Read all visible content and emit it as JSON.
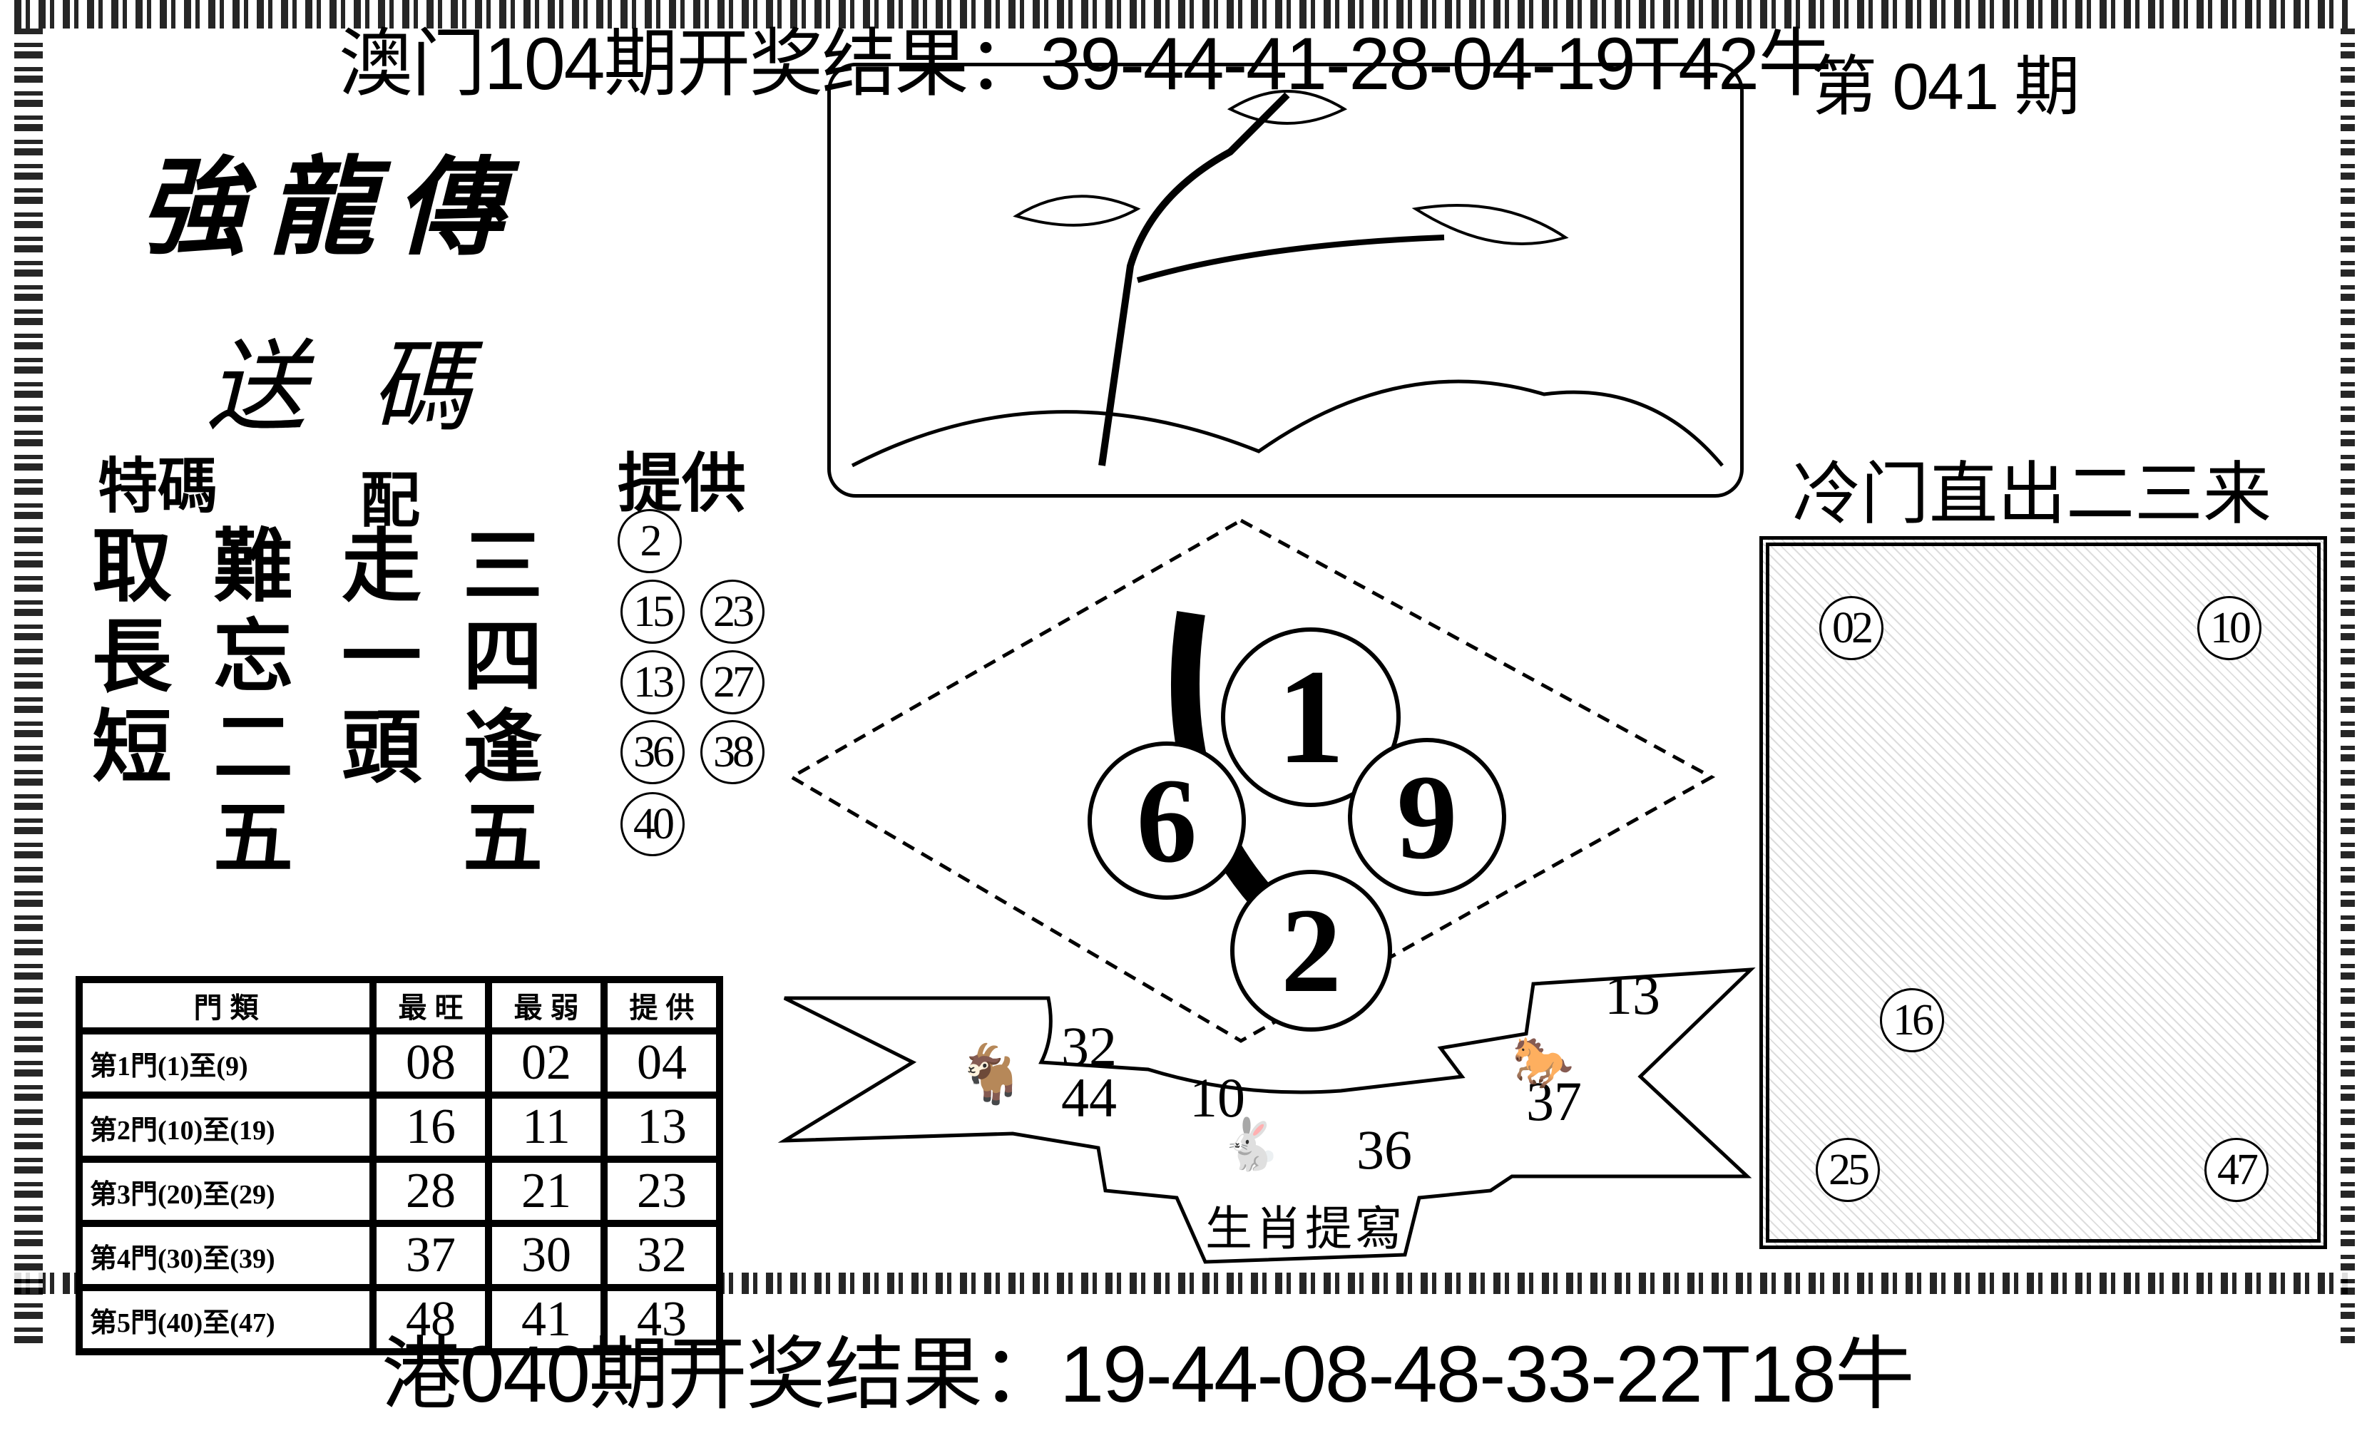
{
  "header": {
    "title": "澳门104期开奖结果：39-44-41-28-04-19T42牛",
    "issue": "第 041 期"
  },
  "calligraphy": {
    "line1": "強龍傳",
    "line2": "送碼"
  },
  "labels": {
    "special": "特碼",
    "pair": "配",
    "provide": "提供"
  },
  "poem": {
    "columns": [
      [
        "取",
        "長",
        "短",
        ""
      ],
      [
        "難",
        "忘",
        "二",
        "五"
      ],
      [
        "走",
        "一",
        "頭",
        ""
      ],
      [
        "三",
        "四",
        "逢",
        "五"
      ]
    ]
  },
  "provided_numbers": [
    "2",
    "15",
    "23",
    "13",
    "27",
    "36",
    "38",
    "40"
  ],
  "cold_slogan": "冷门直出二三来",
  "right_picture_numbers": [
    "02",
    "10",
    "16",
    "25",
    "47"
  ],
  "diamond_numbers": [
    "1",
    "6",
    "9",
    "2"
  ],
  "banner": {
    "numbers": [
      "32",
      "44",
      "10",
      "36",
      "13",
      "37"
    ],
    "caption": "生肖提寫"
  },
  "table": {
    "headers": [
      "門 類",
      "最 旺",
      "最 弱",
      "提 供"
    ],
    "rows": [
      [
        "第1門(1)至(9)",
        "08",
        "02",
        "04"
      ],
      [
        "第2門(10)至(19)",
        "16",
        "11",
        "13"
      ],
      [
        "第3門(20)至(29)",
        "28",
        "21",
        "23"
      ],
      [
        "第4門(30)至(39)",
        "37",
        "30",
        "32"
      ],
      [
        "第5門(40)至(47)",
        "48",
        "41",
        "43"
      ]
    ]
  },
  "footer": {
    "result": "港040期开奖结果：19-44-08-48-33-22T18牛"
  }
}
